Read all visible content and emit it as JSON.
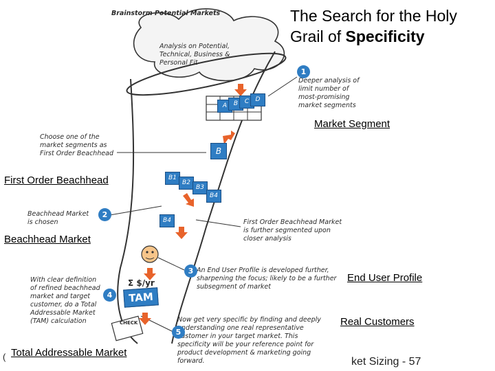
{
  "title": {
    "line1": "The Search for the Holy",
    "line2_prefix": "Grail of ",
    "line2_bold": "Specificity"
  },
  "sketch_text": {
    "brainstorm": "Brainstorm Potential Markets",
    "analysis": "Analysis on Potential,\nTechnical, Business &\nPersonal Fit",
    "step1": "Deeper analysis of\nlimit number of\nmost-promising\nmarket segments",
    "choose": "Choose one of the\nmarket segments as\nFirst Order Beachhead",
    "step2": "Beachhead Market\nis chosen",
    "first_order": "First Order Beachhead Market\nis further segmented upon\ncloser analysis",
    "step3": "An End User Profile is developed further,\nsharpening the focus; likely to be a further\nsubsegment of market",
    "step4": "With clear definition\nof refined beachhead\nmarket and target\ncustomer, do a Total\nAddressable Market\n(TAM) calculation",
    "step5": "Now get very specific by finding and deeply\nunderstanding one real representative\ncustomer in your target market. This\nspecificity will be your reference point for\nproduct development & marketing going\nforward.",
    "tam": "TAM",
    "money": "Σ $/yr",
    "check": "CHECK"
  },
  "callouts": [
    "1",
    "2",
    "3",
    "4",
    "5"
  ],
  "cards": {
    "abc": [
      "A",
      "B",
      "C",
      "D"
    ],
    "b": "B",
    "subs": [
      "B1",
      "B2",
      "B3",
      "B4"
    ],
    "b4": "B4"
  },
  "labels": {
    "market_segment": "Market Segment",
    "first_order_beachhead": "First Order Beachhead",
    "beachhead_market": "Beachhead Market",
    "end_user_profile": "End User Profile",
    "real_customers": "Real Customers",
    "tam": "Total Addressable Market"
  },
  "footer": {
    "left": "(",
    "right": "ket Sizing - 57"
  },
  "colors": {
    "accent": "#2f7dc3",
    "arrow": "#e8632b",
    "ink": "#2a2a2a"
  }
}
